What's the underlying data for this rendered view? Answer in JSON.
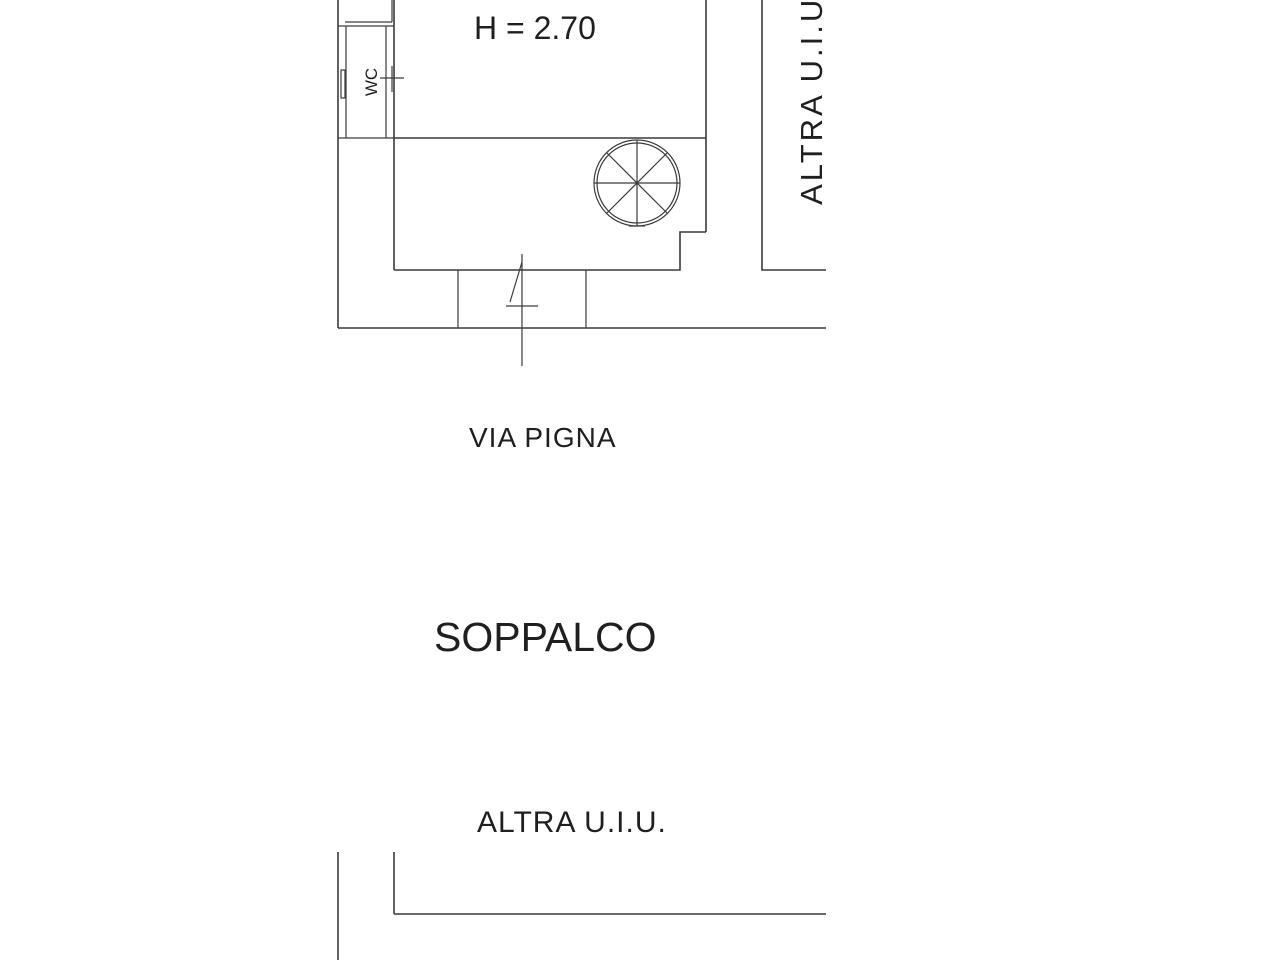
{
  "floor_plan": {
    "labels": {
      "height": "H = 2.70",
      "wc": "WC",
      "other_unit_right": "ALTRA U.I.U.",
      "street": "VIA PIGNA",
      "mezzanine": "SOPPALCO",
      "other_unit_bottom": "ALTRA U.I.U."
    },
    "symbols": {
      "spiral_staircase": "spiral-staircase-icon",
      "entrance_arrow": "entrance-arrow-icon"
    },
    "colors": {
      "line": "#3a3a3a",
      "text": "#1f1f1f",
      "background": "#ffffff"
    }
  }
}
